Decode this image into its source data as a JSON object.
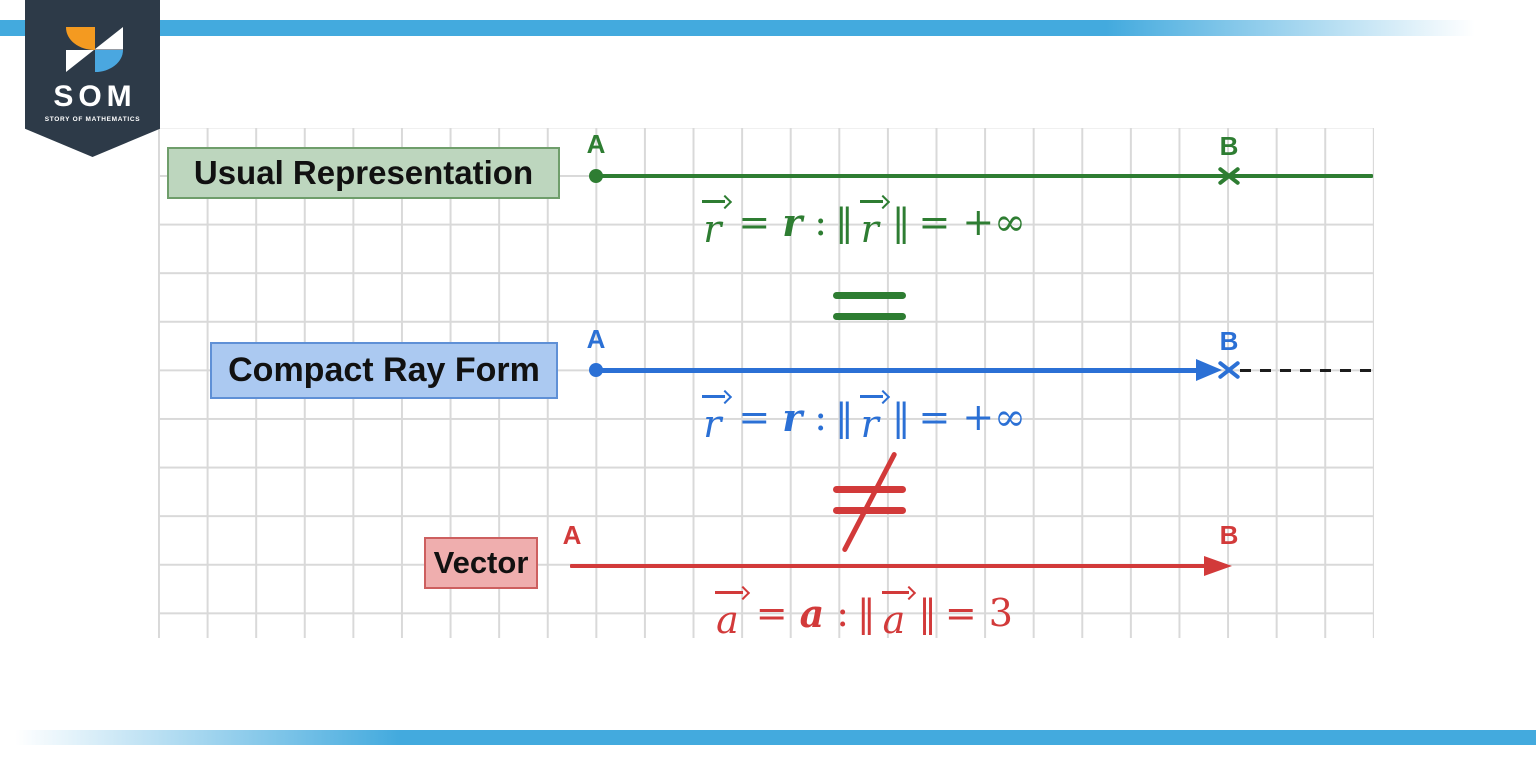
{
  "branding": {
    "logo_text": "SOM",
    "logo_subtext": "STORY OF MATHEMATICS",
    "banner_color": "#2d3a48",
    "pinwheel_orange": "#f49a20",
    "pinwheel_blue": "#4aa7e0",
    "accent_bar_color": "#43aade"
  },
  "grid": {
    "line_color": "#d9d9d9"
  },
  "rows": [
    {
      "label": "Usual Representation",
      "start_label": "A",
      "end_label": "B",
      "color": "#2e7d32",
      "label_fill": "#bdd6be",
      "label_border": "#6f9e6b",
      "start_marker": "dot",
      "end_marker": "cross",
      "formula": {
        "vec1": "r",
        "eq1": "=",
        "scalar": "r",
        "colon": ":",
        "norm_open": "‖",
        "vec2": "r",
        "norm_close": "‖",
        "eq2": "=",
        "value": "+∞"
      }
    },
    {
      "label": "Compact Ray Form",
      "start_label": "A",
      "end_label": "B",
      "color": "#2b70d5",
      "label_fill": "#abc9f1",
      "label_border": "#5f90d6",
      "start_marker": "dot",
      "end_marker": "arrow-cross",
      "extension": "dashed",
      "extension_color": "#1c1c1c",
      "formula": {
        "vec1": "r",
        "eq1": "=",
        "scalar": "r",
        "colon": ":",
        "norm_open": "‖",
        "vec2": "r",
        "norm_close": "‖",
        "eq2": "=",
        "value": "+∞"
      }
    },
    {
      "label": "Vector",
      "start_label": "A",
      "end_label": "B",
      "color": "#d23a3a",
      "label_fill": "#efaeae",
      "label_border": "#cd5f5f",
      "start_marker": "none",
      "end_marker": "arrow",
      "formula": {
        "vec1": "a",
        "eq1": "=",
        "scalar": "a",
        "colon": ":",
        "norm_open": "‖",
        "vec2": "a",
        "norm_close": "‖",
        "eq2": "=",
        "value": "3"
      }
    }
  ],
  "relations": [
    {
      "type": "equals",
      "color": "#2e7d32"
    },
    {
      "type": "not-equals",
      "color": "#d23a3a"
    }
  ]
}
